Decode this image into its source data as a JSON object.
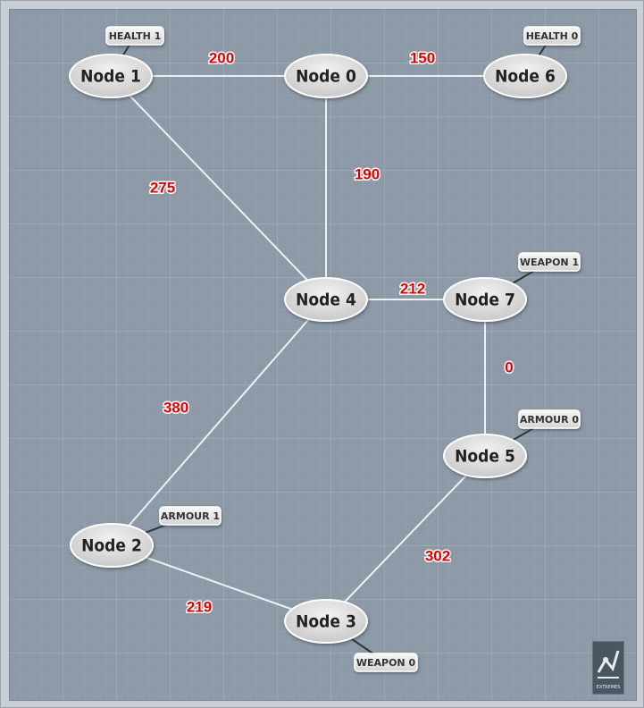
{
  "graph": {
    "nodes": [
      {
        "id": "n0",
        "label": "Node 0"
      },
      {
        "id": "n1",
        "label": "Node 1",
        "tag": "HEALTH 1"
      },
      {
        "id": "n2",
        "label": "Node 2",
        "tag": "ARMOUR 1"
      },
      {
        "id": "n3",
        "label": "Node 3",
        "tag": "WEAPON 0"
      },
      {
        "id": "n4",
        "label": "Node 4"
      },
      {
        "id": "n5",
        "label": "Node 5",
        "tag": "ARMOUR 0"
      },
      {
        "id": "n6",
        "label": "Node 6",
        "tag": "HEALTH 0"
      },
      {
        "id": "n7",
        "label": "Node 7",
        "tag": "WEAPON 1"
      }
    ],
    "edges": [
      {
        "from": "n1",
        "to": "n0",
        "weight": "200"
      },
      {
        "from": "n0",
        "to": "n6",
        "weight": "150"
      },
      {
        "from": "n1",
        "to": "n4",
        "weight": "275"
      },
      {
        "from": "n0",
        "to": "n4",
        "weight": "190"
      },
      {
        "from": "n4",
        "to": "n7",
        "weight": "212"
      },
      {
        "from": "n7",
        "to": "n5",
        "weight": "0"
      },
      {
        "from": "n4",
        "to": "n2",
        "weight": "380"
      },
      {
        "from": "n5",
        "to": "n3",
        "weight": "302"
      },
      {
        "from": "n2",
        "to": "n3",
        "weight": "219"
      }
    ]
  },
  "logo": {
    "text": "EXTREMES"
  }
}
